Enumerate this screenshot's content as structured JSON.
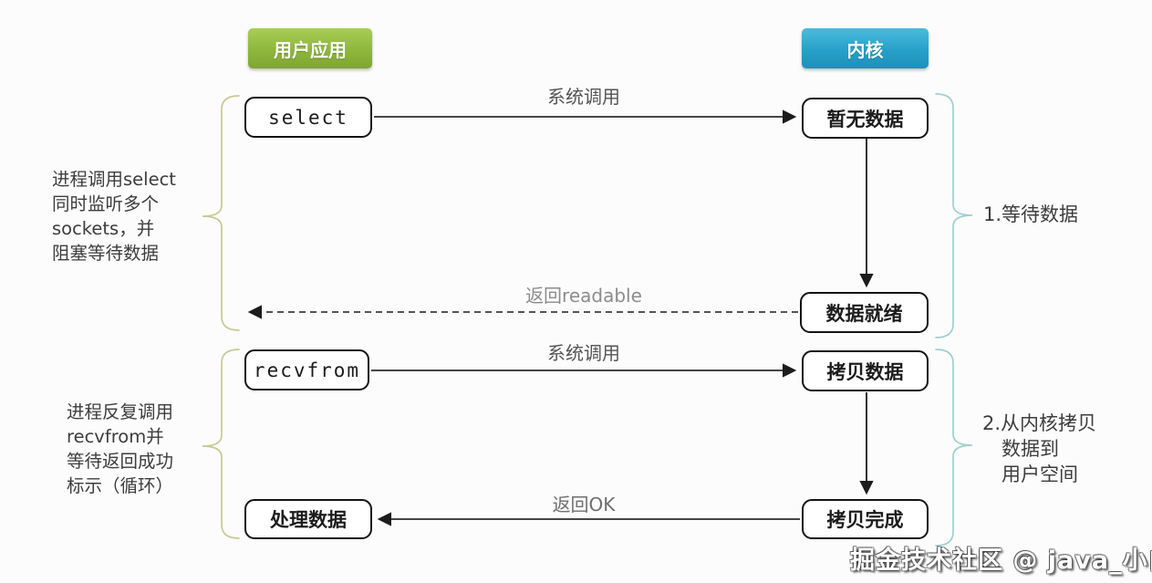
{
  "headers": {
    "user_app": "用户应用",
    "kernel": "内核"
  },
  "boxes": {
    "select": "select",
    "no_data": "暂无数据",
    "data_ready": "数据就绪",
    "recvfrom": "recvfrom",
    "copy_data": "拷贝数据",
    "process_data": "处理数据",
    "copy_done": "拷贝完成"
  },
  "arrow_labels": {
    "syscall_1": "系统调用",
    "return_readable": "返回readable",
    "syscall_2": "系统调用",
    "return_ok": "返回OK"
  },
  "annotations": {
    "left_select": "进程调用select\n同时监听多个\nsockets，并\n阻塞等待数据",
    "left_recvfrom": "进程反复调用\nrecvfrom并\n等待返回成功\n标示（循环）",
    "right_wait": "1.等待数据",
    "right_copy": "2.从内核拷贝\n　数据到\n　用户空间"
  },
  "watermark": "掘金技术社区 @ java_小白",
  "colors": {
    "user_app_green": "#8fb73c",
    "kernel_blue": "#27a0c9",
    "left_brace": "#c6ca96",
    "right_brace": "#9fd0ce",
    "arrow": "#2b2b2b",
    "label_gray": "#8c8c8c"
  }
}
